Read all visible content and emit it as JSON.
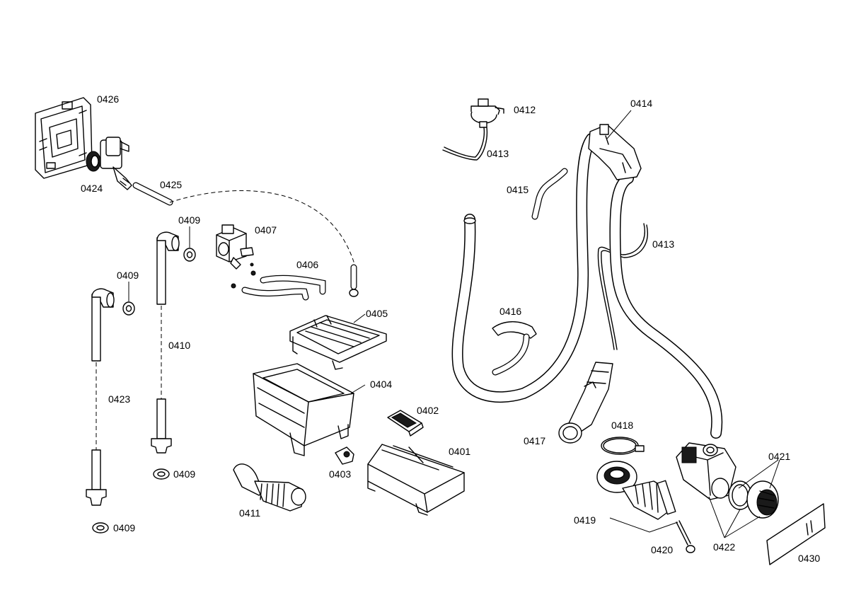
{
  "labels": {
    "p0401": "0401",
    "p0402": "0402",
    "p0403": "0403",
    "p0404": "0404",
    "p0405": "0405",
    "p0406": "0406",
    "p0407": "0407",
    "p0409_a": "0409",
    "p0409_b": "0409",
    "p0409_c": "0409",
    "p0409_d": "0409",
    "p0410": "0410",
    "p0411": "0411",
    "p0412": "0412",
    "p0413_a": "0413",
    "p0413_b": "0413",
    "p0414": "0414",
    "p0415": "0415",
    "p0416": "0416",
    "p0417": "0417",
    "p0418": "0418",
    "p0419": "0419",
    "p0420": "0420",
    "p0421": "0421",
    "p0422": "0422",
    "p0423": "0423",
    "p0424": "0424",
    "p0425": "0425",
    "p0426": "0426",
    "p0430": "0430"
  }
}
